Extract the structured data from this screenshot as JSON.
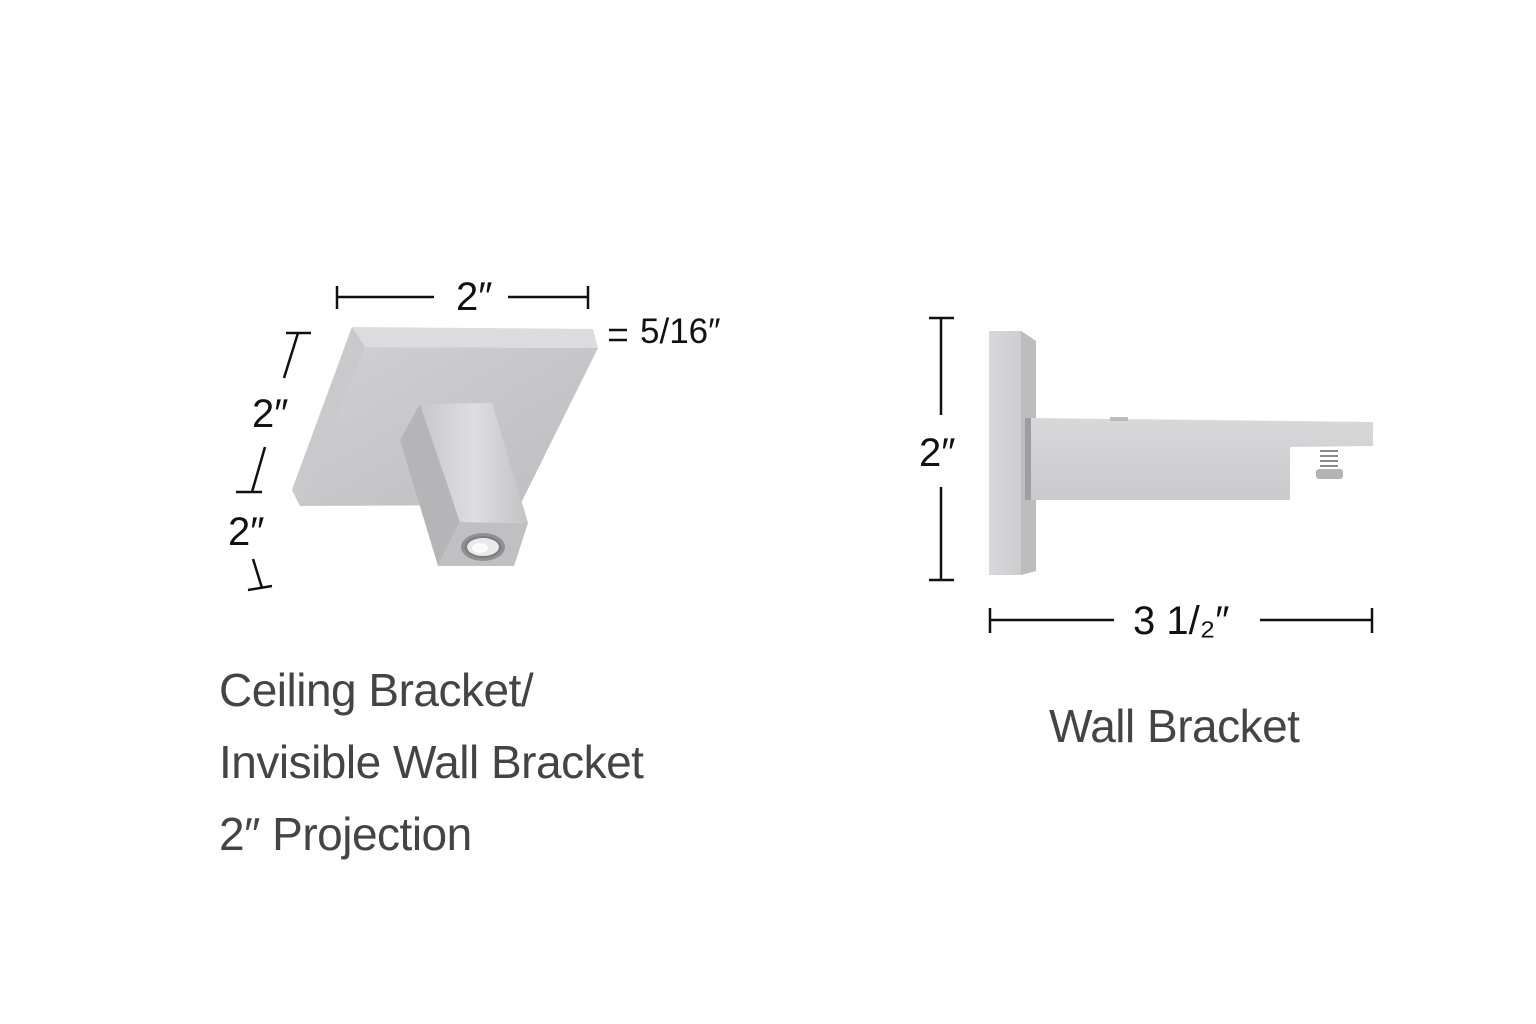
{
  "ceiling_bracket": {
    "caption_lines": [
      "Ceiling Bracket/",
      "Invisible Wall Bracket",
      "2″ Projection"
    ],
    "dimensions": {
      "width": "2″",
      "plate_thickness": "5/16″",
      "depth": "2″",
      "projection": "2″"
    }
  },
  "wall_bracket": {
    "caption": "Wall Bracket",
    "dimensions": {
      "height": "2″",
      "projection": "3 1/₂″"
    }
  },
  "colors": {
    "metal_light": "#d6d6d6",
    "metal_mid": "#c4c4c6",
    "metal_dark": "#a9a9ab",
    "dimension_line": "#111111",
    "caption_text": "#444444"
  }
}
